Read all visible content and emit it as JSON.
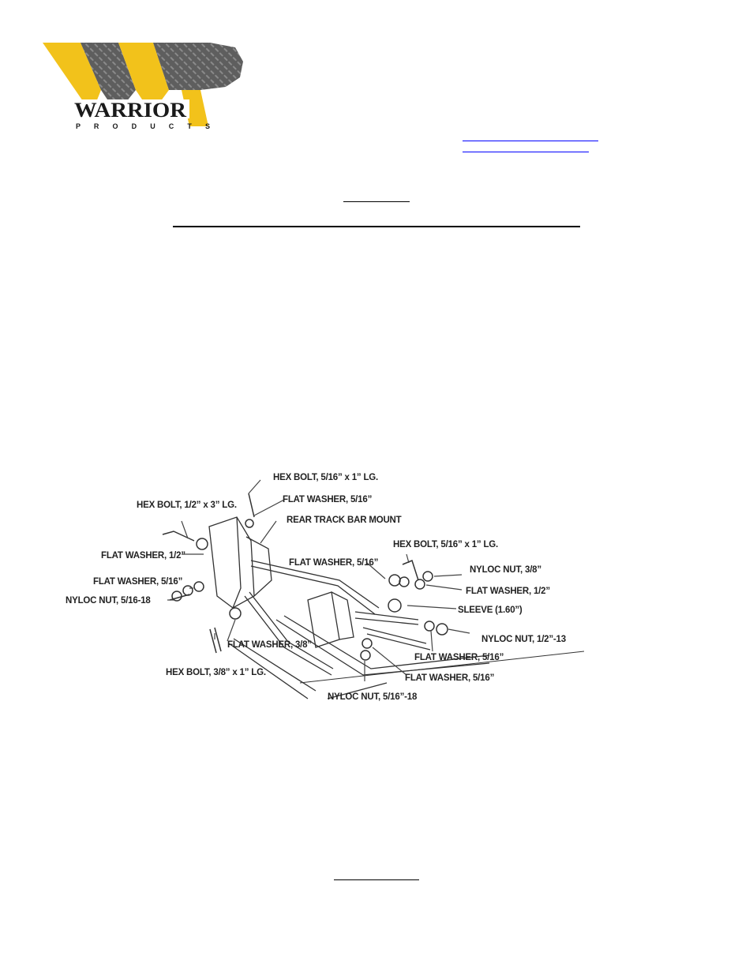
{
  "brand": {
    "wordmark": "WARRIOR",
    "tagline": "P R O D U C T S",
    "colors": {
      "gold": "#f2c21b",
      "steel": "#6b6b6b",
      "dark": "#2a2a2a"
    }
  },
  "diagram": {
    "labels": {
      "hex_bolt_top": "HEX BOLT, 5/16” x 1” LG.",
      "flat_washer_top": "FLAT WASHER, 5/16”",
      "rear_track_bar_mount": "REAR TRACK BAR MOUNT",
      "hex_bolt_half": "HEX BOLT, 1/2” x 3” LG.",
      "flat_washer_half": "FLAT WASHER, 1/2”",
      "flat_washer_516_left": "FLAT WASHER, 5/16”",
      "nyloc_nut_516_left": "NYLOC NUT, 5/16-18",
      "flat_washer_38": "FLAT WASHER, 3/8”",
      "hex_bolt_38": "HEX BOLT, 3/8” x 1” LG.",
      "flat_washer_516_mid": "FLAT WASHER, 5/16”",
      "hex_bolt_right": "HEX BOLT, 5/16” x 1” LG.",
      "nyloc_nut_38": "NYLOC NUT, 3/8”",
      "flat_washer_half_right": "FLAT WASHER, 1/2”",
      "sleeve": "SLEEVE (1.60”)",
      "nyloc_nut_half": "NYLOC NUT, 1/2”-13",
      "flat_washer_516_r1": "FLAT WASHER, 5/16”",
      "flat_washer_516_r2": "FLAT WASHER, 5/16”",
      "nyloc_nut_516_bottom": "NYLOC NUT, 5/16”-18"
    }
  }
}
